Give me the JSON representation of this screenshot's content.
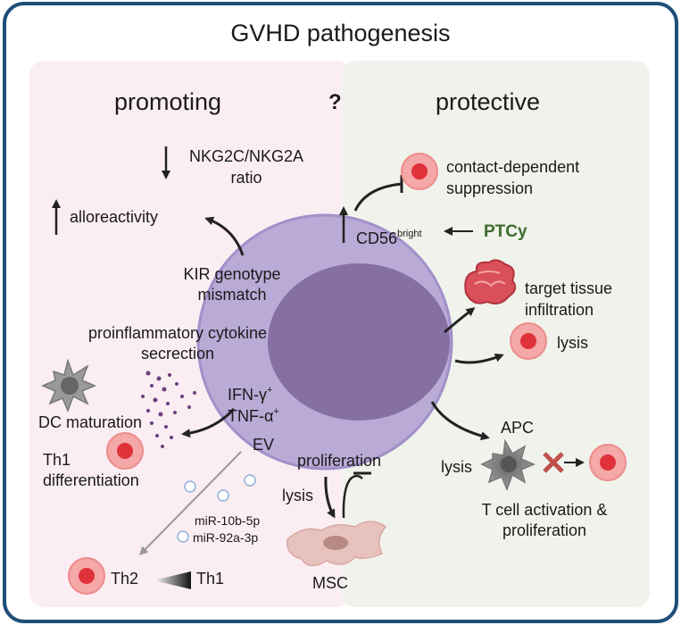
{
  "title": "GVHD pathogenesis",
  "panels": {
    "promoting": {
      "heading": "promoting"
    },
    "protective": {
      "heading": "protective"
    },
    "unknown_mark": "?"
  },
  "promoting": {
    "ratio_line1": "NKG2C/NKG2A",
    "ratio_line2": "ratio",
    "alloreactivity": "alloreactivity",
    "kir_line1": "KIR genotype",
    "kir_line2": "mismatch",
    "cytokine_line1": "proinflammatory cytokine",
    "cytokine_line2": "secrection",
    "ifn": "IFN-γ",
    "tnf": "TNF-α",
    "plus": "+",
    "dc_maturation": "DC maturation",
    "th1_line1": "Th1",
    "th1_line2": "differentiation",
    "ev": "EV",
    "mir1": "miR-10b-5p",
    "mir2": "miR-92a-3p",
    "th2": "Th2",
    "th1": "Th1"
  },
  "center": {
    "proliferation": "proliferation",
    "lysis": "lysis",
    "msc": "MSC"
  },
  "protective": {
    "suppression_line1": "contact-dependent",
    "suppression_line2": "suppression",
    "cd56": "CD56",
    "cd56_sup": "bright",
    "ptcy": "PTCy",
    "tissue_line1": "target tissue",
    "tissue_line2": "infiltration",
    "lysis_top": "lysis",
    "apc": "APC",
    "lysis_apc": "lysis",
    "tcell_line1": "T cell activation &",
    "tcell_line2": "proliferation"
  },
  "colors": {
    "frame": "#1f4e79",
    "promoting_bg": "#fbeef3",
    "protective_bg": "#f0f3ec",
    "nk_cell": "#b9aad6",
    "nk_nucleus": "#856fa3",
    "target_cell": "#f4a8a8",
    "target_nucleus": "#e0323a",
    "ptcy": "#3e6b2d"
  }
}
